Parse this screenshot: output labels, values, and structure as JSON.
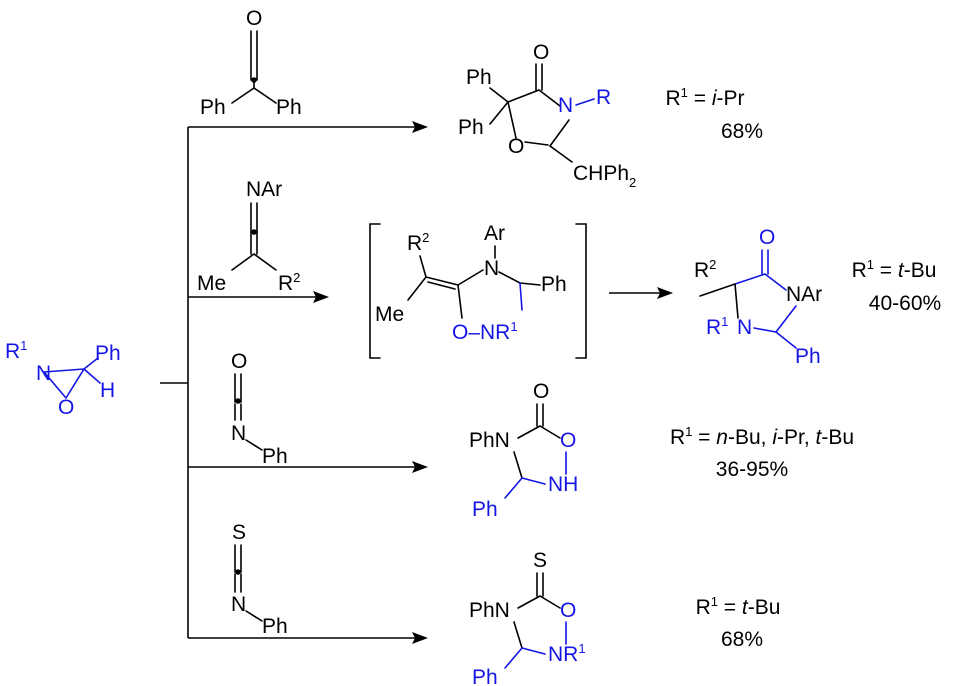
{
  "colors": {
    "text": "#000000",
    "accent_blue": "#1515e6",
    "background": "#ffffff"
  },
  "start": {
    "N": "N",
    "R": "R",
    "R_sup": "1",
    "Ph": "Ph",
    "H": "H",
    "O": "O"
  },
  "reagents": {
    "ketene": {
      "O": "O",
      "Ph_left": "Ph",
      "Ph_right": "Ph"
    },
    "ketenimine": {
      "NAr": "NAr",
      "Me": "Me",
      "R": "R",
      "R_sup": "2"
    },
    "nitroso": {
      "O": "O",
      "N": "N",
      "Ph": "Ph"
    },
    "isothiocyanate": {
      "S": "S",
      "N": "N",
      "Ph": "Ph"
    }
  },
  "products": {
    "oxazolidinone": {
      "O_carbonyl": "O",
      "Ph1": "Ph",
      "Ph2": "Ph",
      "N": "N",
      "R": "R",
      "O_ring": "O",
      "CHPh": "CHPh",
      "sub2": "2"
    },
    "intermediate": {
      "R": "R",
      "R_sup": "2",
      "Ar": "Ar",
      "N": "N",
      "Ph": "Ph",
      "Me": "Me",
      "O_N": "O–NR",
      "R1_sup": "1"
    },
    "imidazolidinone": {
      "O": "O",
      "R": "R",
      "R_sup": "2",
      "NAr": "NAr",
      "R1": "R",
      "R1_sup": "1",
      "N": "N",
      "Ph": "Ph"
    },
    "oxadiazolidinone": {
      "O": "O",
      "PhN": "PhN",
      "O_ring": "O",
      "NH": "NH",
      "Ph": "Ph"
    },
    "thione": {
      "S": "S",
      "PhN": "PhN",
      "O_ring": "O",
      "NR": "NR",
      "NR_sup": "1",
      "Ph": "Ph"
    }
  },
  "conditions": [
    {
      "r": "R",
      "sup": "1",
      "eq": " = ",
      "sub": "i",
      "rest": "-Pr",
      "yield": "68%"
    },
    {
      "r": "R",
      "sup": "1",
      "eq": " = ",
      "sub": "t",
      "rest": "-Bu",
      "yield": "40-60%"
    },
    {
      "r": "R",
      "sup": "1",
      "eq": " = ",
      "a": "n",
      "a_rest": "-Bu, ",
      "b": "i",
      "b_rest": "-Pr, ",
      "c": "t",
      "c_rest": "-Bu",
      "yield": "36-95%"
    },
    {
      "r": "R",
      "sup": "1",
      "eq": " = ",
      "sub": "t",
      "rest": "-Bu",
      "yield": "68%"
    }
  ]
}
